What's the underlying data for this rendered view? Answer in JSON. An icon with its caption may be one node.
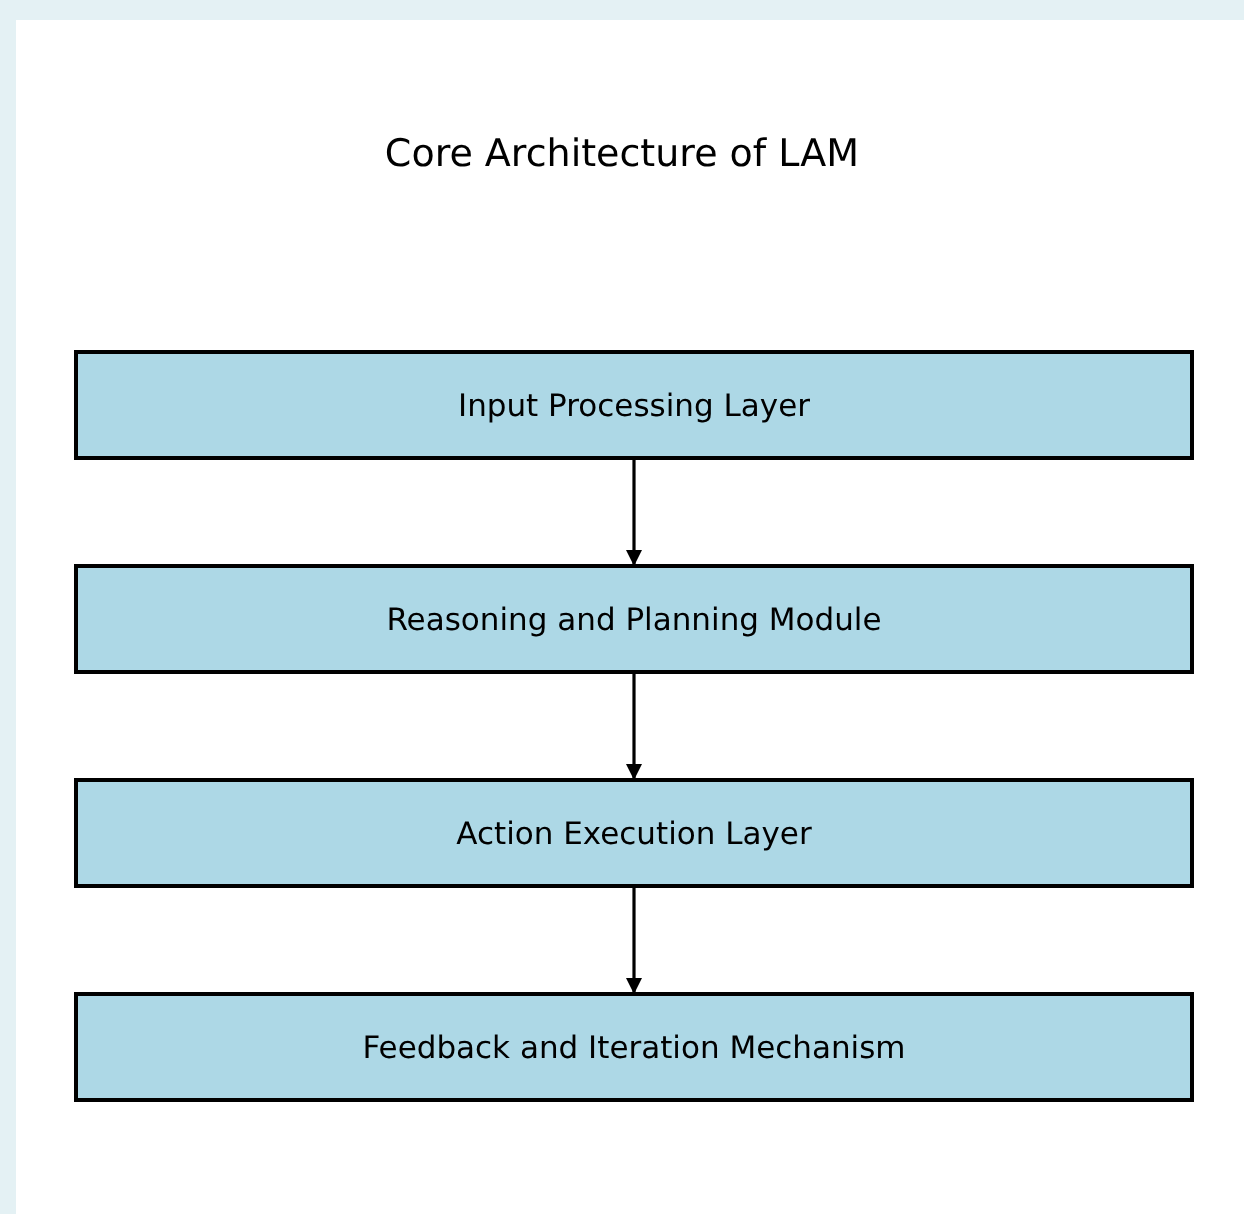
{
  "diagram": {
    "title": "Core Architecture of LAM",
    "nodes": [
      {
        "text": [
          "Input Processing Layer"
        ]
      },
      {
        "text": [
          "Reasoning and Planning Module"
        ]
      },
      {
        "text": [
          "Action Execution Layer"
        ]
      },
      {
        "text": [
          "Feedback and Iteration Mechanism"
        ]
      }
    ],
    "edges": [
      {
        "from": 0,
        "to": 1,
        "arrow": "to"
      },
      {
        "from": 1,
        "to": 2,
        "arrow": "to"
      },
      {
        "from": 2,
        "to": 3,
        "arrow": "to"
      }
    ]
  }
}
